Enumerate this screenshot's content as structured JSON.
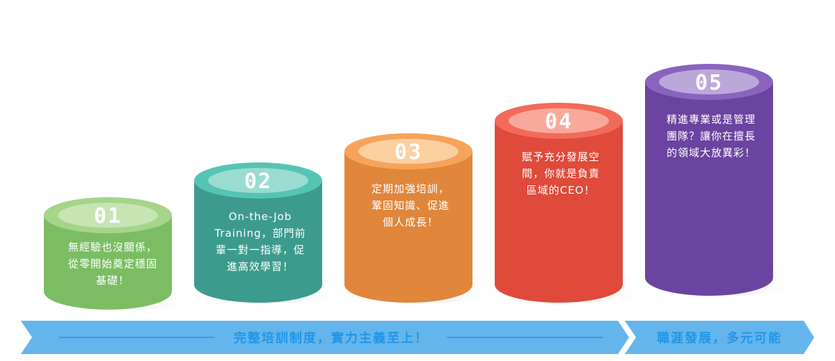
{
  "steps": [
    {
      "number": "01",
      "text": "無經驗也沒關係，\n從零開始奠定穩固\n基礎！",
      "color": "#7cbd63",
      "top_color": "#a6d48a",
      "oval_color": "#c6e5b3"
    },
    {
      "number": "02",
      "text": "On-the-Job\nTraining，部門前\n輩一對一指導，促\n進高效學習！",
      "color": "#3c9b8e",
      "top_color": "#55c4b5",
      "oval_color": "#9adcd2"
    },
    {
      "number": "03",
      "text": "定期加強培訓，\n鞏固知識、促進\n個人成長！",
      "color": "#e0873c",
      "top_color": "#f5a45a",
      "oval_color": "#fbcfa0"
    },
    {
      "number": "04",
      "text": "賦予充分發展空\n間，你就是負責\n區域的CEO！",
      "color": "#e04a3a",
      "top_color": "#f26b5a",
      "oval_color": "#f9a89c"
    },
    {
      "number": "05",
      "text": "精進專業或是管理\n團隊？讓你在擅長\n的領域大放異彩！",
      "color": "#6a44a0",
      "top_color": "#8a63bf",
      "oval_color": "#bca7db"
    }
  ],
  "arrow": {
    "left_text": "完整培訓制度，實力主義至上！",
    "right_text": "職涯發展，多元可能",
    "color": "#64b5ec",
    "text_color": "#2196e8"
  }
}
